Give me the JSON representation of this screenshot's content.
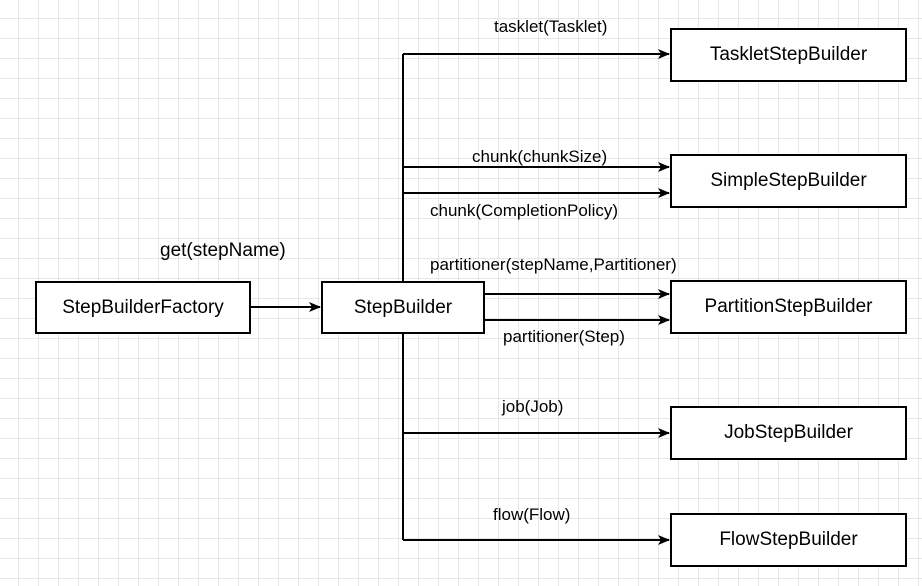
{
  "nodes": {
    "factory": "StepBuilderFactory",
    "builder": "StepBuilder",
    "tasklet": "TaskletStepBuilder",
    "simple": "SimpleStepBuilder",
    "partition": "PartitionStepBuilder",
    "job": "JobStepBuilder",
    "flow": "FlowStepBuilder"
  },
  "edges": {
    "get": "get(stepName)",
    "tasklet": "tasklet(Tasklet)",
    "chunk_size": "chunk(chunkSize)",
    "chunk_policy": "chunk(CompletionPolicy)",
    "partitioner_name": "partitioner(stepName,Partitioner)",
    "partitioner_step": "partitioner(Step)",
    "job": "job(Job)",
    "flow": "flow(Flow)"
  }
}
